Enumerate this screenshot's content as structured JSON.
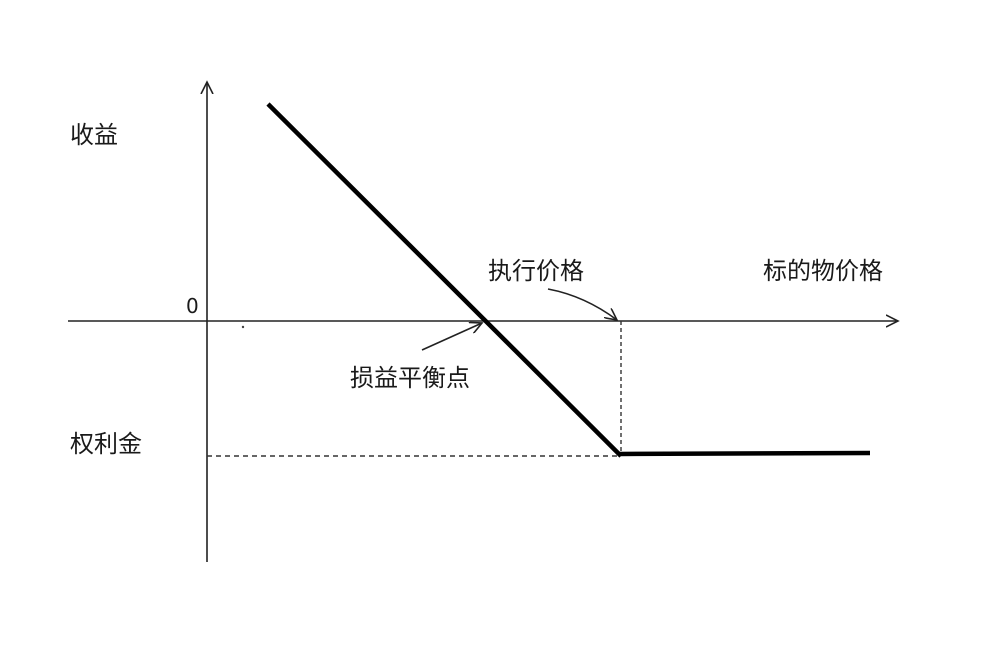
{
  "diagram": {
    "y_axis_label": "收益",
    "x_axis_label": "标的物价格",
    "origin_label": "0",
    "strike_label": "执行价格",
    "breakeven_label": "损益平衡点",
    "premium_label": "权利金"
  },
  "colors": {
    "axis": "#222222",
    "payoff_line": "#000000",
    "dashed": "#333333",
    "background": "#ffffff"
  }
}
